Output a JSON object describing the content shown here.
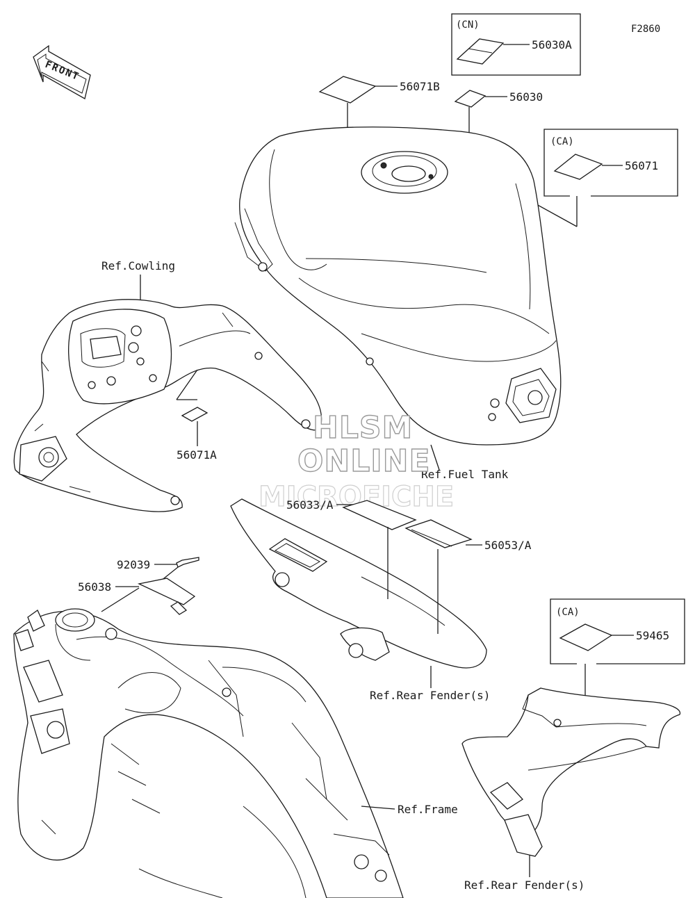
{
  "diagram": {
    "figure_code": "F2860",
    "front_label": "FRONT",
    "parts": {
      "p56030A": "56030A",
      "p56071B": "56071B",
      "p56030": "56030",
      "p56071": "56071",
      "p56071A": "56071A",
      "p56033A": "56033/A",
      "p56053A": "56053/A",
      "p92039": "92039",
      "p56038": "56038",
      "p59465": "59465"
    },
    "regions": {
      "cn": "(CN)",
      "ca_top": "(CA)",
      "ca_bottom": "(CA)"
    },
    "refs": {
      "cowling": "Ref.Cowling",
      "fuel_tank": "Ref.Fuel Tank",
      "rear_fender_mid": "Ref.Rear Fender(s)",
      "frame": "Ref.Frame",
      "rear_fender_bottom": "Ref.Rear Fender(s)"
    },
    "watermark": {
      "line1": "HLSM",
      "line2": "ONLINE",
      "line3": "MICROFICHE"
    }
  }
}
